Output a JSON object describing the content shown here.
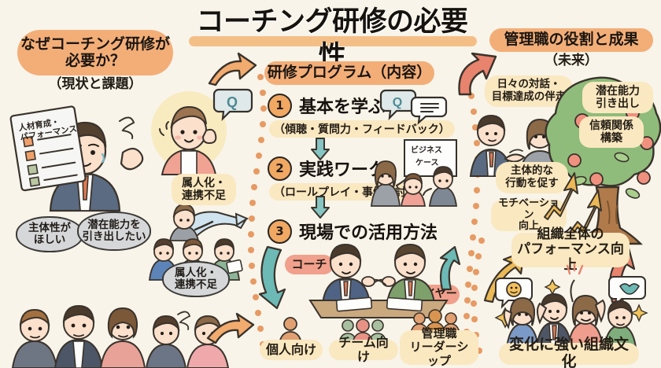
{
  "poster": {
    "background_color": "#f8f4e9",
    "accent_orange": "#f3ae78",
    "accent_badge": "#fae8c1",
    "accent_teal": "#6bb8b4",
    "accent_salmon": "#e8836e",
    "title": "コーチング研修の必要性"
  },
  "left_section": {
    "heading": "なぜコーチング研修が必要か？",
    "subheading": "（現状と課題）",
    "checklist_label": "人材育成・\nパフォーマンス",
    "question_icon": "Q",
    "labels": [
      {
        "id": "zokujinka-top",
        "text": "属人化・\n連携不足",
        "style": "badge"
      },
      {
        "id": "shutaisei",
        "text": "主体性が\nほしい",
        "style": "thought"
      },
      {
        "id": "senzai",
        "text": "潜在能力を\n引き出したい",
        "style": "thought"
      },
      {
        "id": "zokujinka-bottom",
        "text": "属人化・\n連携不足",
        "style": "thought"
      }
    ]
  },
  "center_section": {
    "heading": "研修プログラム（内容）",
    "steps": [
      {
        "number": "1",
        "title": "基本を学ぶ",
        "sub": "（傾聴・質問力・フィードバック）"
      },
      {
        "number": "2",
        "title": "実践ワーク",
        "sub": "（ロールプレイ・事例検討）"
      },
      {
        "number": "3",
        "title": "現場での活用方法",
        "sub": ""
      }
    ],
    "whiteboard_text": "ビジネス\nケース",
    "role_labels": [
      {
        "id": "coach",
        "text": "コーチ",
        "color": "#f0a08c"
      },
      {
        "id": "player",
        "text": "プレイヤー",
        "color": "#f0a08c"
      }
    ],
    "targets": [
      {
        "id": "individual",
        "text": "個人向け"
      },
      {
        "id": "team",
        "text": "チーム向け"
      },
      {
        "id": "manager",
        "text": "管理職\nリーダーシップ"
      }
    ]
  },
  "right_section": {
    "heading": "管理職の役割と成果",
    "subheading": "（未来）",
    "labels": [
      {
        "id": "daily-dialogue",
        "text": "日々の対話・\n目標達成の伴走"
      },
      {
        "id": "potential",
        "text": "潜在能力\n引き出し"
      },
      {
        "id": "trust",
        "text": "信頼関係\n構築"
      },
      {
        "id": "proactive",
        "text": "主体的な\n行動を促す"
      },
      {
        "id": "motivation",
        "text": "モチベーション\n向上"
      },
      {
        "id": "org-performance",
        "text": "組織全体の\nパフォーマンス向上"
      },
      {
        "id": "culture",
        "text": "変化に強い組織文化"
      }
    ]
  }
}
